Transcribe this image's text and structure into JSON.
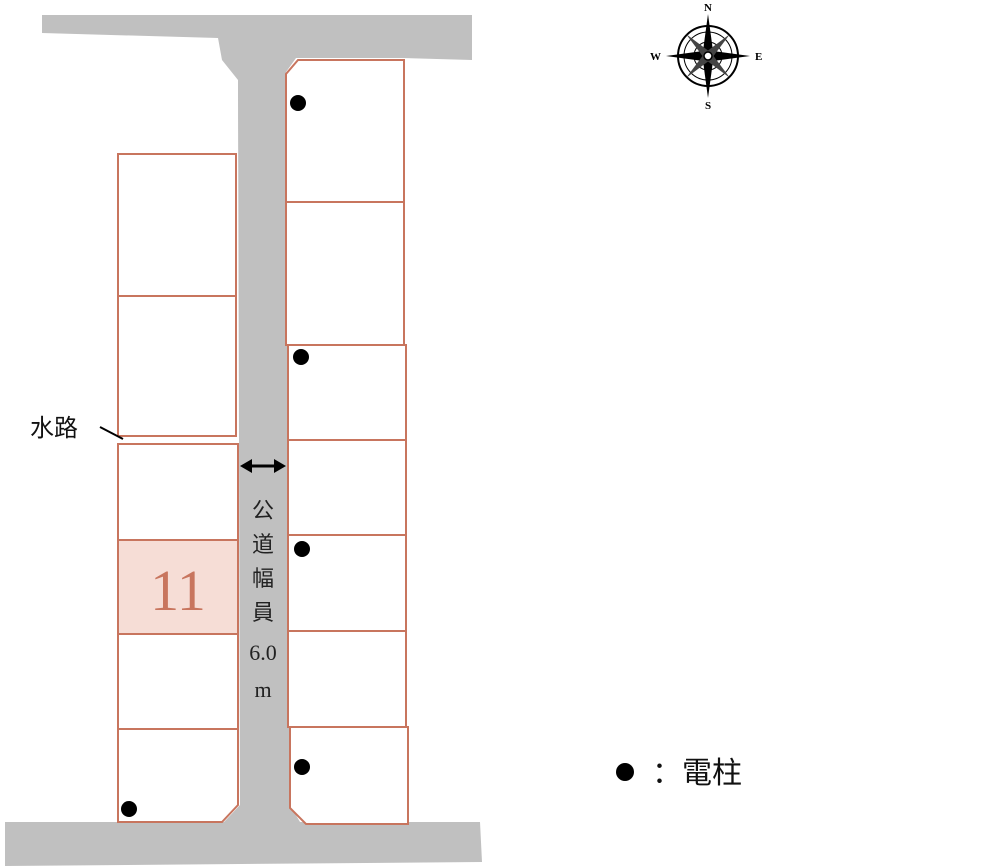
{
  "lots": {
    "highlighted_label": "11"
  },
  "road": {
    "width_label_chars": [
      "公",
      "道",
      "幅",
      "員",
      "6.0",
      "m"
    ]
  },
  "callouts": {
    "waterway": "水路"
  },
  "compass": {
    "north": "N",
    "south": "S",
    "east": "E",
    "west": "W"
  },
  "legend": {
    "pole_label": "：電柱"
  },
  "colors": {
    "lot_border": "#c8755e",
    "highlight_fill": "#f6ddd6",
    "road": "#c0c0c0",
    "pole": "#000000"
  }
}
